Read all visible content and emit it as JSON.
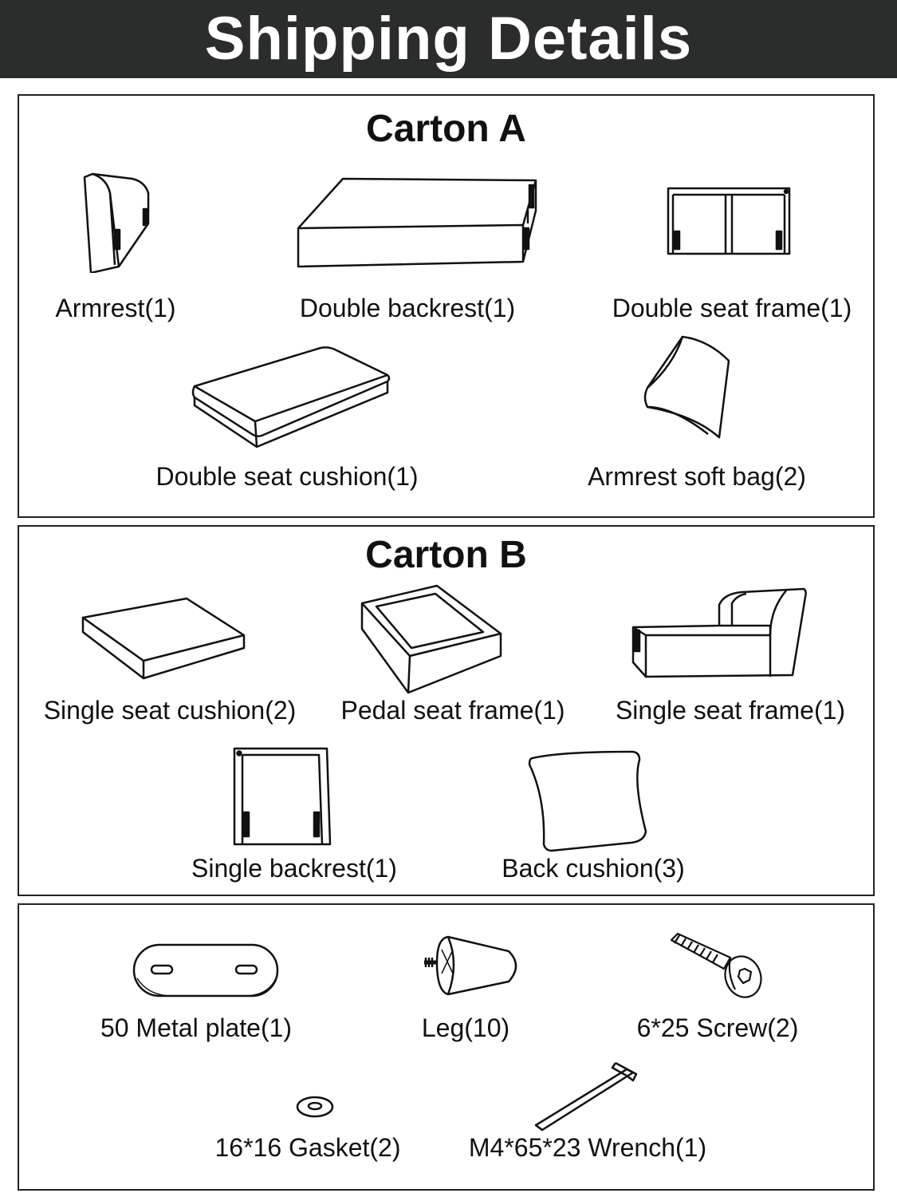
{
  "header": {
    "title": "Shipping Details"
  },
  "carton_a": {
    "title": "Carton A",
    "items": [
      {
        "label": "Armrest(1)",
        "icon": "armrest-icon"
      },
      {
        "label": "Double backrest(1)",
        "icon": "double-backrest-icon"
      },
      {
        "label": "Double seat frame(1)",
        "icon": "double-seat-frame-icon"
      },
      {
        "label": "Double seat cushion(1)",
        "icon": "double-seat-cushion-icon"
      },
      {
        "label": "Armrest soft bag(2)",
        "icon": "armrest-soft-bag-icon"
      }
    ]
  },
  "carton_b": {
    "title": "Carton B",
    "items": [
      {
        "label": "Single seat cushion(2)",
        "icon": "single-seat-cushion-icon"
      },
      {
        "label": "Pedal seat frame(1)",
        "icon": "pedal-seat-frame-icon"
      },
      {
        "label": "Single seat frame(1)",
        "icon": "single-seat-frame-icon"
      },
      {
        "label": "Single backrest(1)",
        "icon": "single-backrest-icon"
      },
      {
        "label": "Back cushion(3)",
        "icon": "back-cushion-icon"
      }
    ]
  },
  "hardware": {
    "items": [
      {
        "label": "50 Metal plate(1)",
        "icon": "metal-plate-icon"
      },
      {
        "label": "Leg(10)",
        "icon": "leg-icon"
      },
      {
        "label": "6*25 Screw(2)",
        "icon": "screw-icon"
      },
      {
        "label": "16*16 Gasket(2)",
        "icon": "gasket-icon"
      },
      {
        "label": "M4*65*23 Wrench(1)",
        "icon": "wrench-icon"
      }
    ]
  }
}
